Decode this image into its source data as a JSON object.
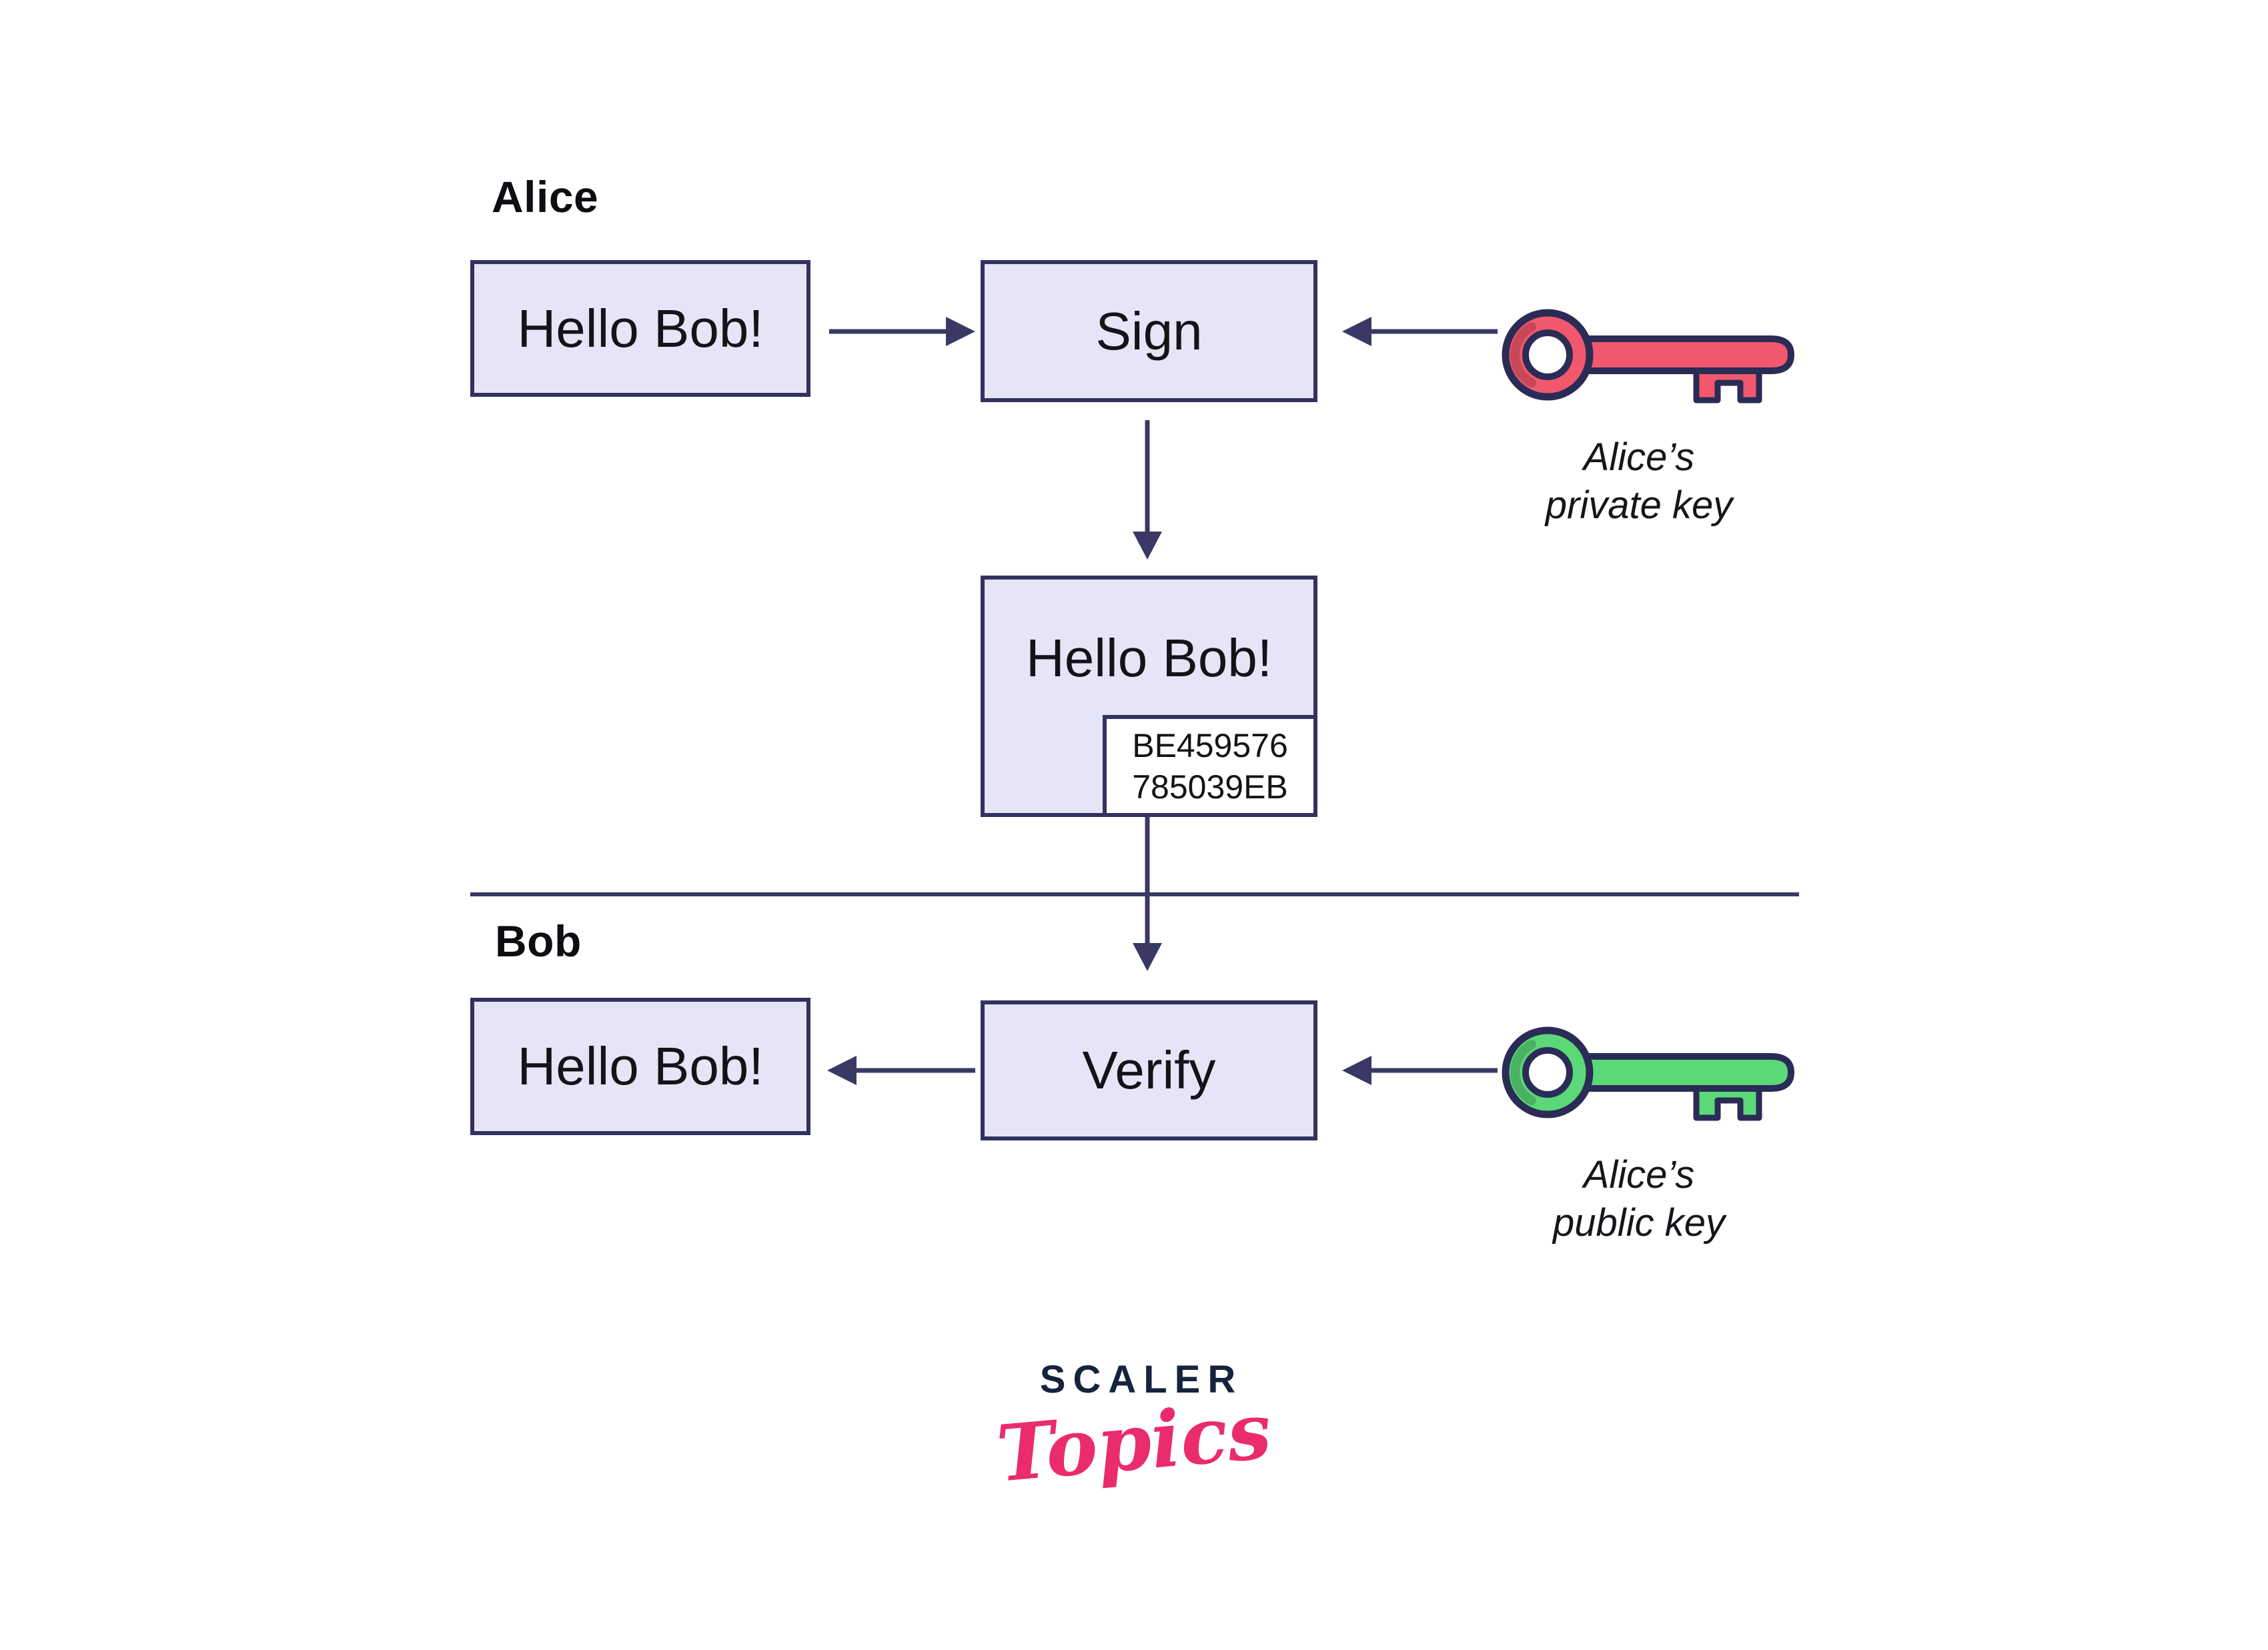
{
  "colors": {
    "ink": "#3a3865",
    "box_border": "#33315e",
    "box_fill": "#e6e5f8",
    "key_outline": "#2a2c56",
    "private_key_fill": "#f2586d",
    "public_key_fill": "#5bd878",
    "text": "#131318",
    "logo_navy": "#16233c",
    "logo_pink": "#ea2b6d"
  },
  "sections": {
    "alice_label": "Alice",
    "bob_label": "Bob"
  },
  "alice_flow": {
    "message_box": "Hello Bob!",
    "sign_box": "Sign",
    "private_key_caption_line1": "Alice’s",
    "private_key_caption_line2": "private key"
  },
  "signed_message": {
    "message": "Hello Bob!",
    "signature_line1": "BE459576",
    "signature_line2": "785039EB"
  },
  "bob_flow": {
    "message_box": "Hello Bob!",
    "verify_box": "Verify",
    "public_key_caption_line1": "Alice’s",
    "public_key_caption_line2": "public key"
  },
  "logo": {
    "brand": "SCALER",
    "sub_brand": "Topics"
  }
}
